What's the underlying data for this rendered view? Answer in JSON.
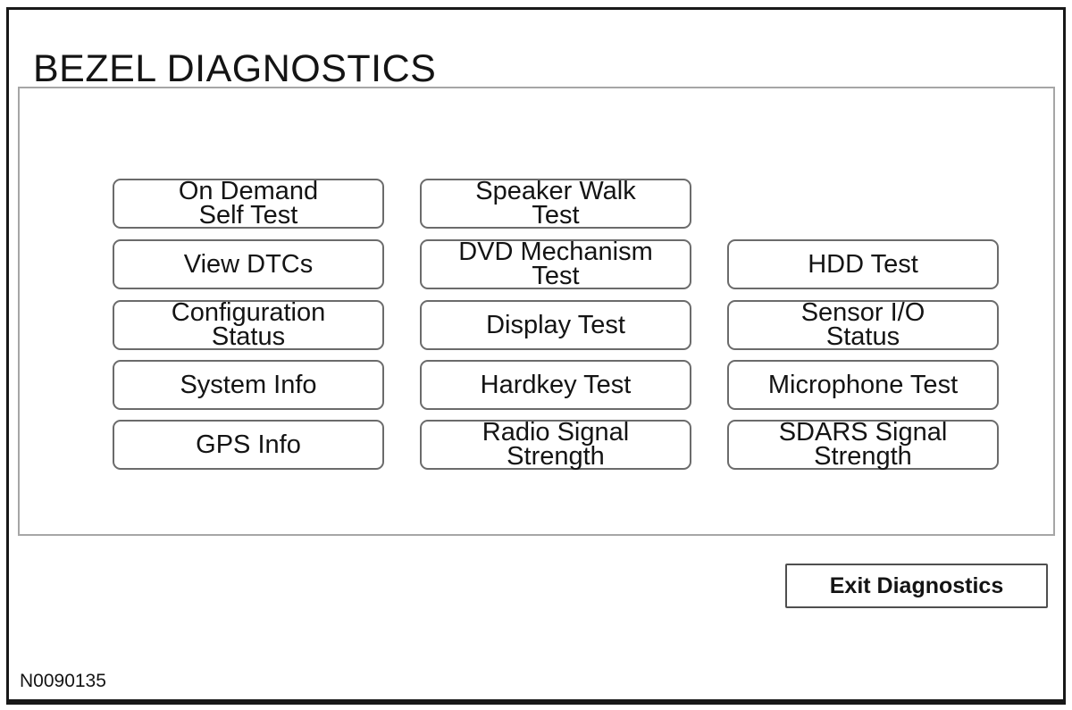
{
  "window": {
    "title": "BEZEL DIAGNOSTICS",
    "figure_label": "N0090135"
  },
  "panel": {
    "buttons": [
      {
        "id": "on-demand-self-test",
        "label": "On Demand\nSelf Test"
      },
      {
        "id": "speaker-walk-test",
        "label": "Speaker Walk\nTest"
      },
      {
        "id": "view-dtcs",
        "label": "View DTCs"
      },
      {
        "id": "dvd-mechanism-test",
        "label": "DVD Mechanism\nTest"
      },
      {
        "id": "hdd-test",
        "label": "HDD Test"
      },
      {
        "id": "configuration-status",
        "label": "Configuration\nStatus"
      },
      {
        "id": "display-test",
        "label": "Display Test"
      },
      {
        "id": "sensor-io-status",
        "label": "Sensor I/O\nStatus"
      },
      {
        "id": "system-info",
        "label": "System Info"
      },
      {
        "id": "hardkey-test",
        "label": "Hardkey Test"
      },
      {
        "id": "microphone-test",
        "label": "Microphone Test"
      },
      {
        "id": "gps-info",
        "label": "GPS Info"
      },
      {
        "id": "radio-signal-strength",
        "label": "Radio Signal\nStrength"
      },
      {
        "id": "sdars-signal-strength",
        "label": "SDARS Signal\nStrength"
      }
    ]
  },
  "footer": {
    "exit_button_label": "Exit Diagnostics"
  },
  "colors": {
    "background": "#ffffff",
    "outer_border": "#181818",
    "panel_border": "#a6a6a6",
    "button_border": "#6b6b6b",
    "text": "#141414"
  }
}
